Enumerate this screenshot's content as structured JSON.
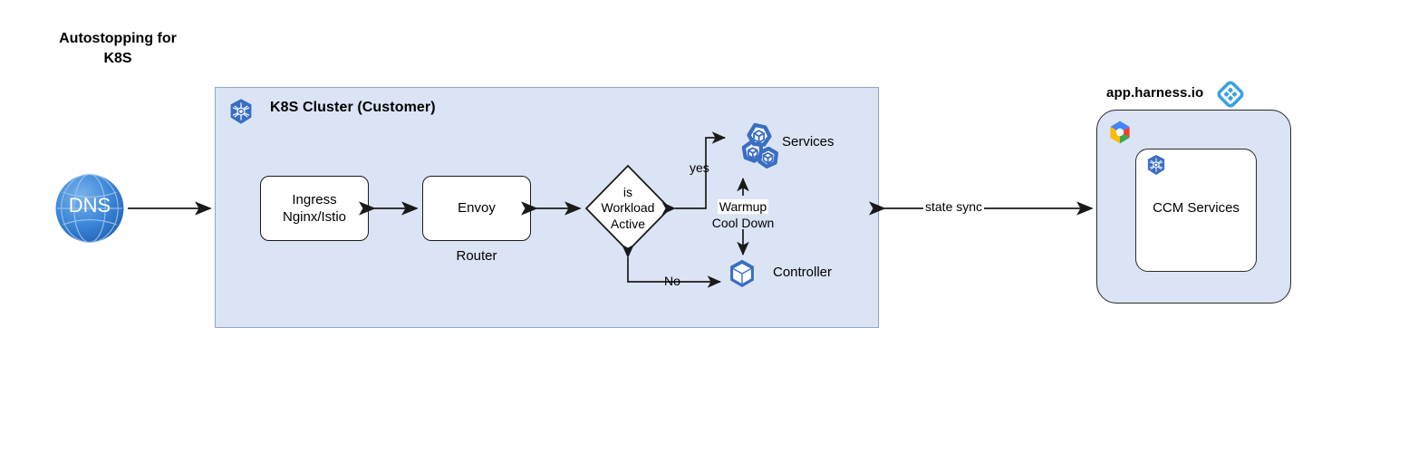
{
  "diagram": {
    "title": "Autostopping for\nK8S",
    "accent_blue": "#3a6ec4",
    "cluster_fill": "#dbe4f4",
    "cluster_border": "#8fa5cb",
    "line_color": "#1a1a1a"
  },
  "cluster": {
    "title": "K8S Cluster (Customer)",
    "icon": "kubernetes-icon"
  },
  "nodes": {
    "dns": {
      "label": "DNS",
      "icon": "globe-icon"
    },
    "ingress": {
      "label": "Ingress\nNginx/Istio"
    },
    "envoy": {
      "label": "Envoy",
      "sublabel": "Router"
    },
    "decision": {
      "label": "is\nWorkload\nActive"
    },
    "services": {
      "label": "Services",
      "icon": "pods-icon"
    },
    "controller": {
      "label": "Controller",
      "icon": "pod-icon"
    }
  },
  "edges": {
    "yes": "yes",
    "no": "No",
    "state_sync": "state sync",
    "warmup": "Warmup",
    "cooldown": "Cool Down"
  },
  "harness": {
    "title": "app.harness.io",
    "logo": "harness-logo",
    "cloud_icon": "google-cloud-icon",
    "inner": {
      "label": "CCM Services",
      "icon": "kubernetes-icon"
    }
  }
}
